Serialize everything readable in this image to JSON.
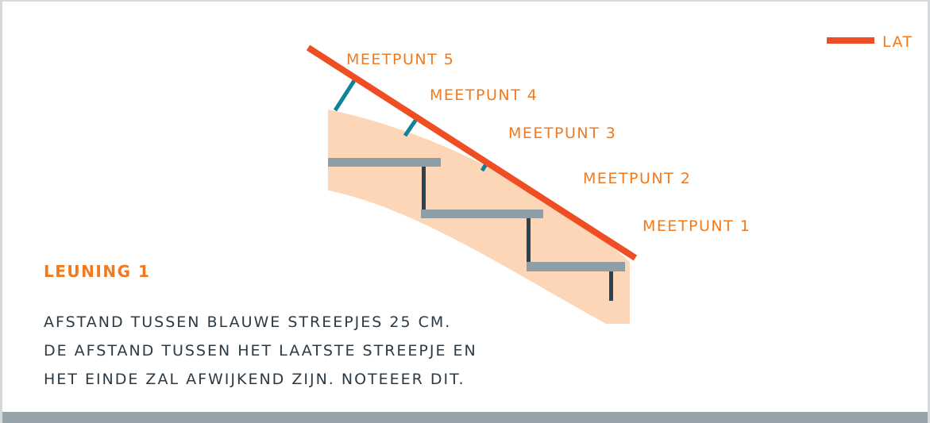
{
  "legend": {
    "label": "LAT"
  },
  "points": {
    "p5": "MEETPUNT 5",
    "p4": "MEETPUNT 4",
    "p3": "MEETPUNT 3",
    "p2": "MEETPUNT 2",
    "p1": "MEETPUNT 1"
  },
  "title": "LEUNING 1",
  "description": [
    "AFSTAND TUSSEN BLAUWE STREEPJES 25 CM.",
    "DE AFSTAND TUSSEN HET LAATSTE STREEPJE EN",
    "HET EINDE ZAL AFWIJKEND ZIJN. NOTEEER DIT."
  ],
  "colors": {
    "lat": "#ef4d23",
    "label": "#f07a1d",
    "stairs_fill": "#fdd6b7",
    "tread": "#8f9da6",
    "riser": "#2c4452",
    "blue_marker": "#10829a",
    "text": "#2b3a44",
    "bottom_bar": "#97a3ab"
  }
}
